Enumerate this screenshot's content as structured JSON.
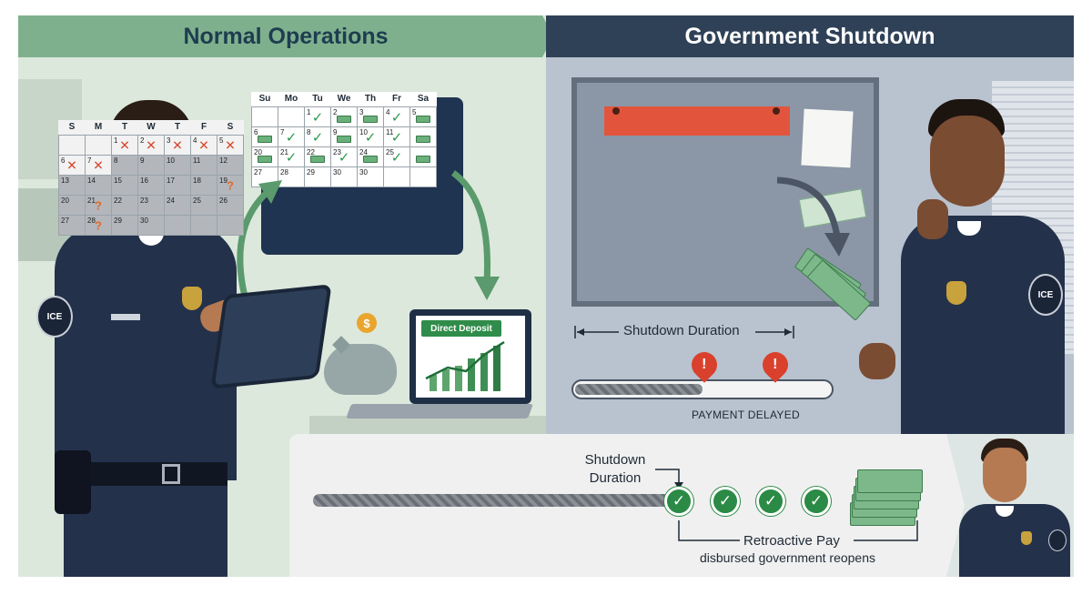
{
  "banners": {
    "left": "Normal Operations",
    "right": "Government Shutdown"
  },
  "calendar_left": {
    "days": [
      "Su",
      "Mo",
      "Tu",
      "We",
      "Th",
      "Fr",
      "Sa"
    ],
    "rows": [
      [
        {
          "d": ""
        },
        {
          "d": ""
        },
        {
          "d": "1",
          "m": "check"
        },
        {
          "d": "2",
          "m": "bill"
        },
        {
          "d": "3",
          "m": "bill"
        },
        {
          "d": "4",
          "m": "check"
        },
        {
          "d": "5",
          "m": "bill"
        }
      ],
      [
        {
          "d": "6",
          "m": "bill"
        },
        {
          "d": "7",
          "m": "check"
        },
        {
          "d": "8",
          "m": "check"
        },
        {
          "d": "9",
          "m": "bill"
        },
        {
          "d": "10",
          "m": "check"
        },
        {
          "d": "11",
          "m": "check"
        },
        {
          "d": "",
          "m": "bill"
        }
      ],
      [
        {
          "d": "20",
          "m": "bill"
        },
        {
          "d": "21",
          "m": "check"
        },
        {
          "d": "22",
          "m": "bill"
        },
        {
          "d": "23",
          "m": "check"
        },
        {
          "d": "24",
          "m": "bill"
        },
        {
          "d": "25",
          "m": "check"
        },
        {
          "d": "",
          "m": "bill"
        }
      ],
      [
        {
          "d": "27"
        },
        {
          "d": "28"
        },
        {
          "d": "29"
        },
        {
          "d": "30"
        },
        {
          "d": "30"
        },
        {
          "d": ""
        },
        {
          "d": ""
        }
      ]
    ]
  },
  "calendar_right": {
    "days": [
      "S",
      "M",
      "T",
      "W",
      "T",
      "F",
      "S"
    ],
    "rows": [
      [
        {
          "d": ""
        },
        {
          "d": ""
        },
        {
          "d": "1",
          "m": "cross"
        },
        {
          "d": "2",
          "m": "cross"
        },
        {
          "d": "3",
          "m": "cross"
        },
        {
          "d": "4",
          "m": "cross"
        },
        {
          "d": "5",
          "m": "cross"
        }
      ],
      [
        {
          "d": "6",
          "m": "cross"
        },
        {
          "d": "7",
          "m": "cross"
        },
        {
          "d": "8",
          "g": true
        },
        {
          "d": "9",
          "g": true
        },
        {
          "d": "10",
          "g": true
        },
        {
          "d": "11",
          "g": true
        },
        {
          "d": "12",
          "g": true
        }
      ],
      [
        {
          "d": "13",
          "g": true
        },
        {
          "d": "14",
          "g": true
        },
        {
          "d": "15",
          "g": true
        },
        {
          "d": "16",
          "g": true
        },
        {
          "d": "17",
          "g": true
        },
        {
          "d": "18",
          "g": true
        },
        {
          "d": "19",
          "m": "question",
          "g": true
        }
      ],
      [
        {
          "d": "20",
          "g": true
        },
        {
          "d": "21",
          "m": "question",
          "g": true
        },
        {
          "d": "22",
          "g": true
        },
        {
          "d": "23",
          "g": true
        },
        {
          "d": "24",
          "g": true
        },
        {
          "d": "25",
          "g": true
        },
        {
          "d": "26",
          "g": true
        }
      ],
      [
        {
          "d": "27",
          "g": true
        },
        {
          "d": "28",
          "m": "question",
          "g": true
        },
        {
          "d": "29",
          "g": true
        },
        {
          "d": "30",
          "g": true
        },
        {
          "d": "",
          "g": true
        },
        {
          "d": "",
          "g": true
        },
        {
          "d": "",
          "g": true
        }
      ]
    ]
  },
  "laptop": {
    "label": "Direct Deposit"
  },
  "coin_symbol": "$",
  "badge": {
    "text": "ICE"
  },
  "delay_progress": {
    "label": "Shutdown Duration",
    "status": "PAYMENT DELAYED",
    "fill_fraction": 0.5
  },
  "alert_glyph": "!",
  "retro": {
    "shutdown_label": "Shutdown\nDuration",
    "title": "Retroactive Pay",
    "subtitle": "disbursed government reopens",
    "checks": 4
  },
  "colors": {
    "normal_bg": "#dce8dc",
    "shutdown_bg": "#b9c2cf",
    "check_green": "#2b8a45",
    "alert_red": "#d9412c"
  }
}
